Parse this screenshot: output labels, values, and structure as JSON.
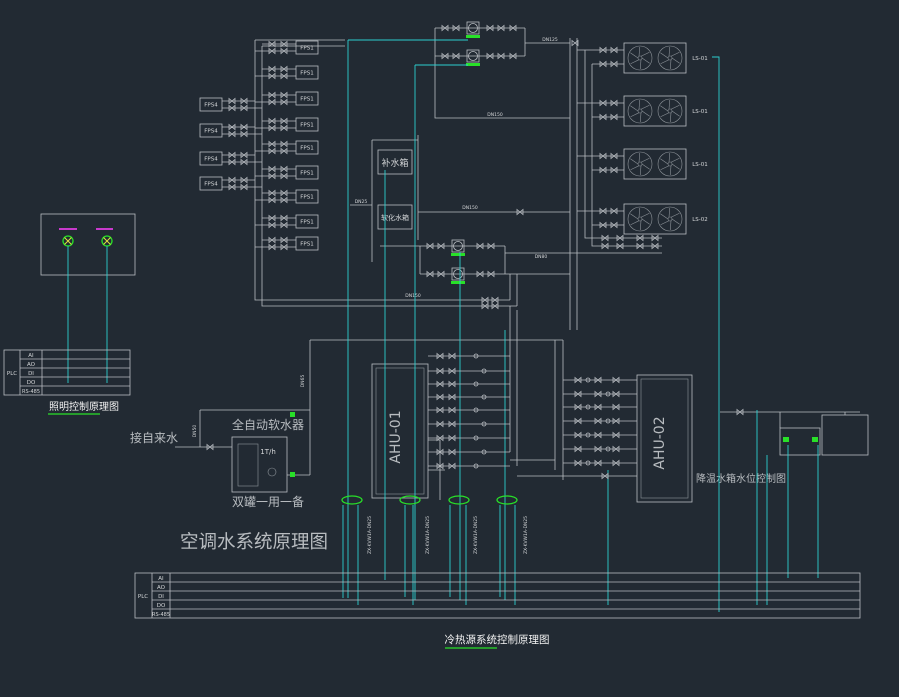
{
  "titles": {
    "lighting": "照明控制原理图",
    "hvac_water": "空调水系统原理图",
    "plant_control": "冷热源系统控制原理图",
    "tank_level": "降温水箱水位控制图"
  },
  "plc_table": {
    "plc": "PLC",
    "rows": [
      "AI",
      "AO",
      "DI",
      "DO",
      "RS-485"
    ]
  },
  "soft_water": {
    "inlet": "接自来水",
    "softener": "全自动软水器",
    "capacity": "1T/h",
    "note": "双罐一用一备"
  },
  "tanks": {
    "makeup": "补水箱",
    "softened": "软化水箱"
  },
  "ahu": [
    "AHU-01",
    "AHU-02"
  ],
  "outdoor_units": {
    "labels": [
      "LS-01",
      "LS-01",
      "LS-01",
      "LS-02"
    ]
  },
  "fcu": {
    "labels": [
      "FPS1",
      "FPS1",
      "FPS1",
      "FPS1",
      "FPS1",
      "FPS1",
      "FPS1",
      "FPS1",
      "FPS1"
    ],
    "left_labels": [
      "FPS4",
      "FPS4",
      "FPS4",
      "FPS4"
    ]
  },
  "pipe_labels": [
    "DN125",
    "DN150",
    "DN150",
    "DN80",
    "DN150",
    "DN65",
    "DN50",
    "DN25"
  ],
  "sensor_labels": [
    "ZX-KVW1A-DN25",
    "ZX-KVW1A-DN25",
    "ZX-KVW1A-DN25",
    "ZX-KVW1A-DN25"
  ],
  "colors": {
    "background": "#222a33",
    "pipe": "#b9bdc2",
    "signal": "#2ccfcf",
    "sensor": "#28e028",
    "tag": "#ff40ff"
  }
}
